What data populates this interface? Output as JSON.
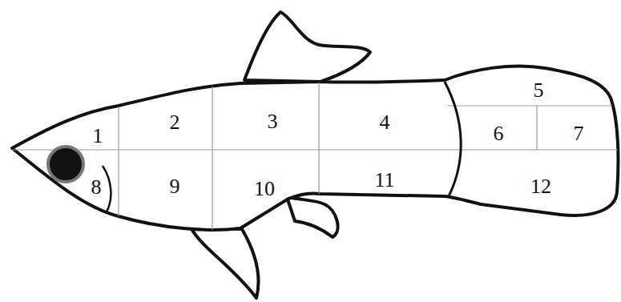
{
  "diagram": {
    "labels": [
      "1",
      "2",
      "3",
      "4",
      "5",
      "6",
      "7",
      "8",
      "9",
      "10",
      "11",
      "12"
    ]
  }
}
